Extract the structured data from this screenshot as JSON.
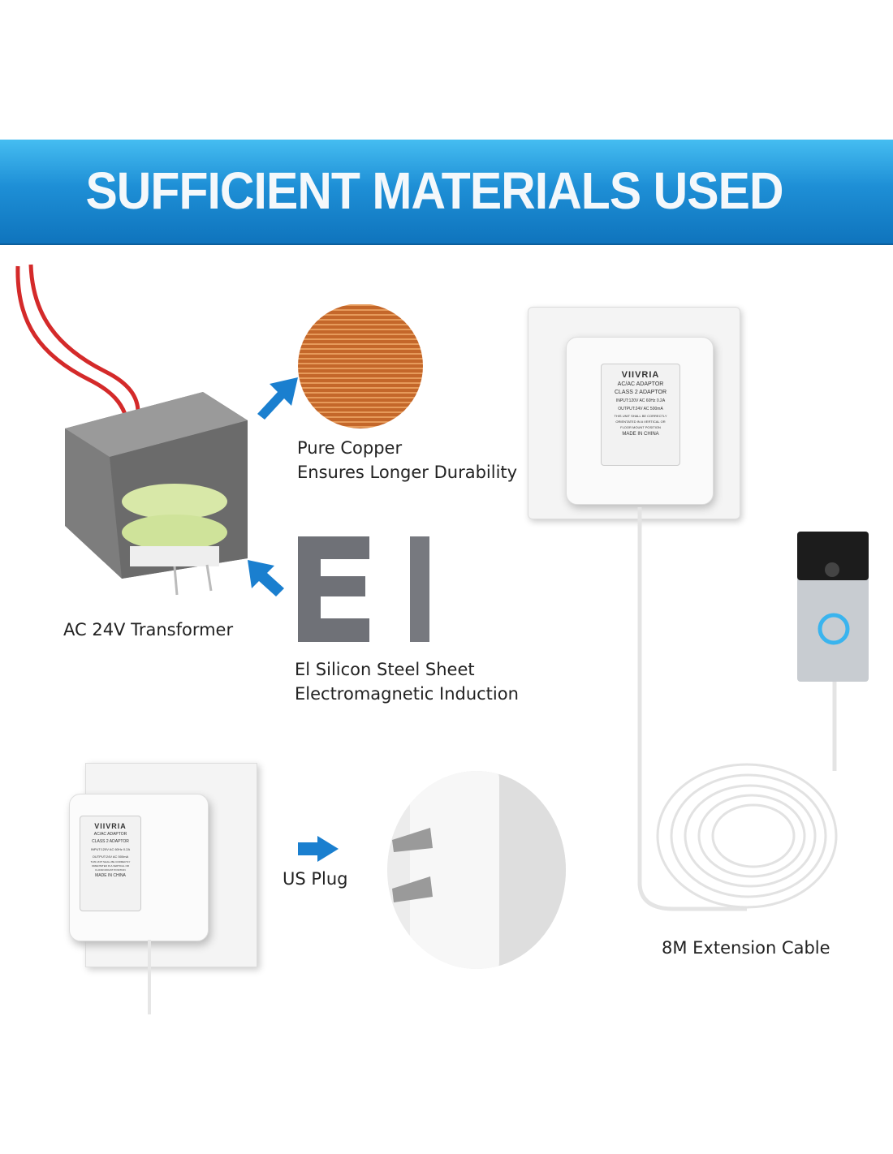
{
  "banner": {
    "title": "SUFFICIENT MATERIALS USED"
  },
  "captions": {
    "transformer": "AC 24V Transformer",
    "copper_line1": "Pure Copper",
    "copper_line2": "Ensures Longer Durability",
    "steel_line1": "El Silicon Steel Sheet",
    "steel_line2": "Electromagnetic Induction",
    "plug": "US Plug",
    "cable": "8M Extension Cable"
  },
  "steel_letters": {
    "e": "E",
    "i": "I"
  },
  "adapter_label": {
    "brand": "VIIVRIA",
    "line1": "AC/AC ADAPTOR",
    "line2": "CLASS 2 ADAPTOR",
    "input": "INPUT:120V AC 60Hz 0.2A",
    "output": "OUTPUT:24V AC 500mA",
    "note1": "THIS UNIT SHALL BE CORRECTLY",
    "note2": "ORIENTATED IN A VERTICAL OR",
    "note3": "FLOOR MOUNT POSITION",
    "origin": "MADE IN CHINA"
  },
  "colors": {
    "banner_top": "#45bdf1",
    "banner_bottom": "#0f74bd",
    "arrow": "#1a7fcf"
  }
}
